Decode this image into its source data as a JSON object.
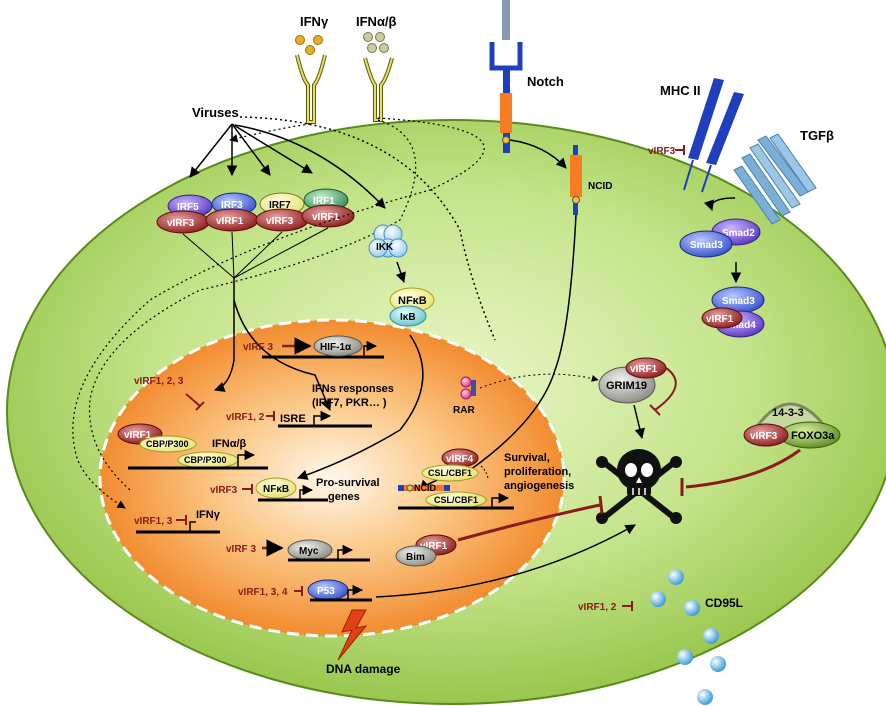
{
  "ligands": {
    "ifng": "IFNγ",
    "ifnab": "IFNα/β"
  },
  "receptors": {
    "notch": "Notch",
    "mhc2": "MHC II",
    "tgfb": "TGFβ"
  },
  "cytoplasm": {
    "viruses": "Viruses",
    "irf5": "IRF5",
    "irf3": "IRF3",
    "irf7": "IRF7",
    "irf1": "IRF1",
    "virf3_a": "vIRF3",
    "virf1_a": "vIRF1",
    "virf3_b": "vIRF3",
    "virf1_b": "vIRF1",
    "ikk": "IKK",
    "nfkb": "NFκB",
    "ikb": "IκB",
    "ncid": "NCID",
    "smad2": "Smad2",
    "smad3_a": "Smad3",
    "smad3_b": "Smad3",
    "virf1_c": "vIRF1",
    "smad4": "Smad4",
    "virf3_mhc": "vIRF3",
    "virf1_grim": "vIRF1",
    "grim19": "GRIM19",
    "rar": "RAR",
    "p1433": "14-3-3",
    "virf3_fox": "vIRF3",
    "foxo3a": "FOXO3a",
    "cd95l": "CD95L",
    "virf12_cd95": "vIRF1, 2"
  },
  "nucleus": {
    "virf3_hif": "vIRF 3",
    "hif1a": "HIF-1α",
    "virf123": "vIRF1, 2, 3",
    "ifn_resp_1": "IFNs responses",
    "ifn_resp_2": "(IRF7, PKR… )",
    "virf12_isre": "vIRF1, 2",
    "isre": "ISRE",
    "virf1_cbp": "vIRF1",
    "cbp_a": "CBP/P300",
    "cbp_b": "CBP/P300",
    "ifnab_gene": "IFNα/β",
    "virf3_nfkb": "vIRF3",
    "nfkb_gene": "NFκB",
    "prosurv_1": "Pro-survival",
    "prosurv_2": "genes",
    "virf4": "vIRF4",
    "csl_a": "CSL/CBF1",
    "ncid_n": "NCID",
    "csl_b": "CSL/CBF1",
    "surv_1": "Survival,",
    "surv_2": "proliferation,",
    "surv_3": "angiogenesis",
    "virf13": "vIRF1, 3",
    "ifng_gene": "IFNγ",
    "virf3_myc": "vIRF 3",
    "myc": "Myc",
    "virf1_bim": "vIRF1",
    "bim": "Bim",
    "virf134": "vIRF1, 3, 4",
    "p53": "P53",
    "dna": "DNA damage"
  },
  "colors": {
    "cell": "#a9d45a",
    "nucleus": "#f58a1e",
    "inhibit": "#8b1a1a",
    "virf": "#8b1a1a",
    "irf_purple": "#6a3fc8",
    "notch": "#1f3fbf",
    "ncid": "#f57c20"
  }
}
